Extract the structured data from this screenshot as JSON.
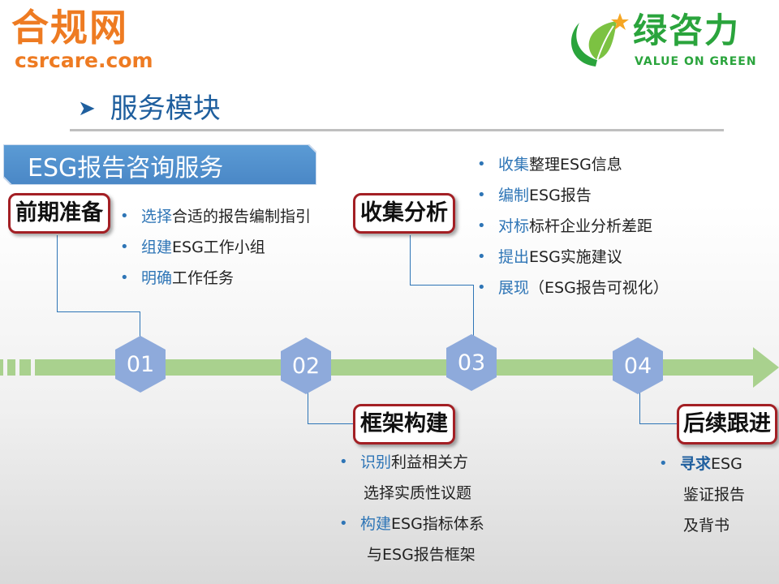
{
  "logos": {
    "left_cn": "合规网",
    "left_en": "csrcare.com",
    "right_cn": "绿咨力",
    "right_en": "VALUE ON GREEN"
  },
  "section_title": "服务模块",
  "banner": "ESG报告咨询服务",
  "stages": [
    {
      "number": "01",
      "title": "前期准备"
    },
    {
      "number": "02",
      "title": "框架构建"
    },
    {
      "number": "03",
      "title": "收集分析"
    },
    {
      "number": "04",
      "title": "后续跟进"
    }
  ],
  "bullets": {
    "stage1": [
      {
        "hl": "选择",
        "rest": "合适的报告编制指引"
      },
      {
        "hl": "组建",
        "rest": "ESG工作小组"
      },
      {
        "hl": "明确",
        "rest": "工作任务"
      }
    ],
    "stage3": [
      {
        "hl": "收集",
        "rest": "整理ESG信息"
      },
      {
        "hl": "编制",
        "rest": "ESG报告"
      },
      {
        "hl": "对标",
        "rest": "标杆企业分析差距"
      },
      {
        "hl": "提出",
        "rest": "ESG实施建议"
      },
      {
        "hl": "展现",
        "rest": "（ESG报告可视化）"
      }
    ],
    "stage2": [
      {
        "hl": "识别",
        "rest": "利益相关方"
      },
      {
        "hl": "",
        "rest": "选择实质性议题"
      },
      {
        "hl": "构建",
        "rest": "ESG指标体系"
      },
      {
        "hl": "",
        "rest": "与ESG报告框架"
      }
    ],
    "stage4": [
      {
        "hl": "寻求",
        "rest": "ESG"
      },
      {
        "hl": "",
        "rest": "鉴证报告"
      },
      {
        "hl": "",
        "rest": "及背书"
      }
    ]
  },
  "colors": {
    "accent_blue": "#2e75b6",
    "box_border": "#a31f24",
    "timeline_green": "#a9d18e",
    "hex_blue": "#8eaadb",
    "logo_orange": "#ee7b22",
    "logo_green": "#2aa43c"
  }
}
